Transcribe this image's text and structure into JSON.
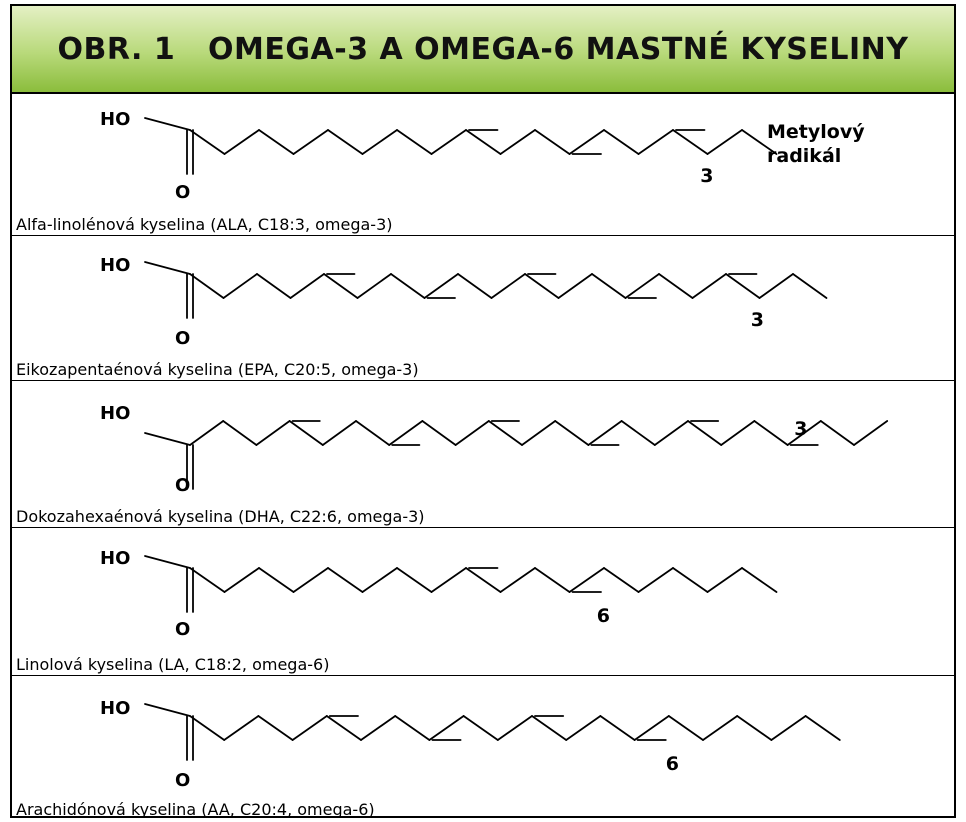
{
  "title": "OBR. 1   OMEGA-3 A OMEGA-6 MASTNÉ KYSELINY",
  "atoms": {
    "ho": "HO",
    "o": "O"
  },
  "molecules": [
    {
      "name": "Alfa-linolénová kyselina (ALA, C18:3, omega-3)",
      "carbons": 18,
      "double_bonds_after_carbon": [
        9,
        12,
        15
      ],
      "omega_position": "3",
      "note_line1": "Metylový",
      "note_line2": "radikál"
    },
    {
      "name": "Eikozapentaénová kyselina (EPA, C20:5, omega-3)",
      "carbons": 20,
      "double_bonds_after_carbon": [
        5,
        8,
        11,
        14,
        17
      ],
      "omega_position": "3"
    },
    {
      "name": "Dokozahexaénová kyselina (DHA, C22:6, omega-3)",
      "carbons": 22,
      "double_bonds_after_carbon": [
        4,
        7,
        10,
        13,
        16,
        19
      ],
      "omega_position": "3"
    },
    {
      "name": "Linolová kyselina (LA, C18:2, omega-6)",
      "carbons": 18,
      "double_bonds_after_carbon": [
        9,
        12
      ],
      "omega_position": "6"
    },
    {
      "name": "Arachidónová kyselina (AA, C20:4, omega-6)",
      "carbons": 20,
      "double_bonds_after_carbon": [
        5,
        8,
        11,
        14
      ],
      "omega_position": "6"
    }
  ]
}
